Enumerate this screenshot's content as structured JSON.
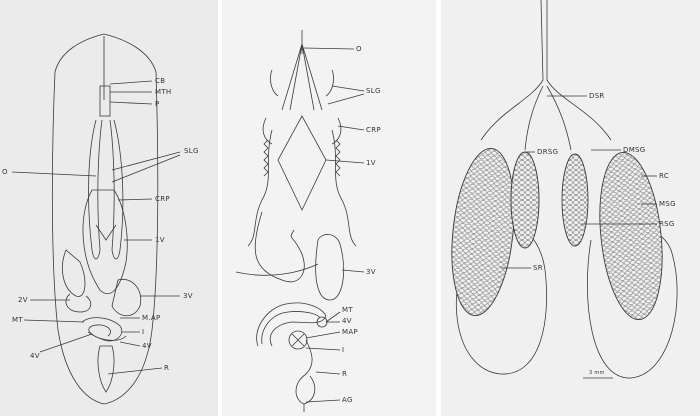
{
  "panels": [
    {
      "name": "whole-digestive-system",
      "labels": [
        "CB",
        "MTH",
        "P",
        "O",
        "SLG",
        "CRP",
        "1V",
        "2V",
        "3V",
        "MT",
        "M.AP",
        "I",
        "4V",
        "4V",
        "R"
      ]
    },
    {
      "name": "dissected-alimentary-canal",
      "labels": [
        "O",
        "SLG",
        "CRP",
        "1V",
        "3V",
        "MT",
        "4V",
        "MAP",
        "I",
        "R",
        "AG"
      ]
    },
    {
      "name": "salivary-glands",
      "labels": [
        "DSR",
        "DRSG",
        "DMSG",
        "RC",
        "MSG",
        "RSG",
        "SR"
      ],
      "scale_bar_label": "3 mm"
    }
  ],
  "colors": {
    "ink": "#3a3a3a",
    "paper": "#f0f0f0"
  }
}
